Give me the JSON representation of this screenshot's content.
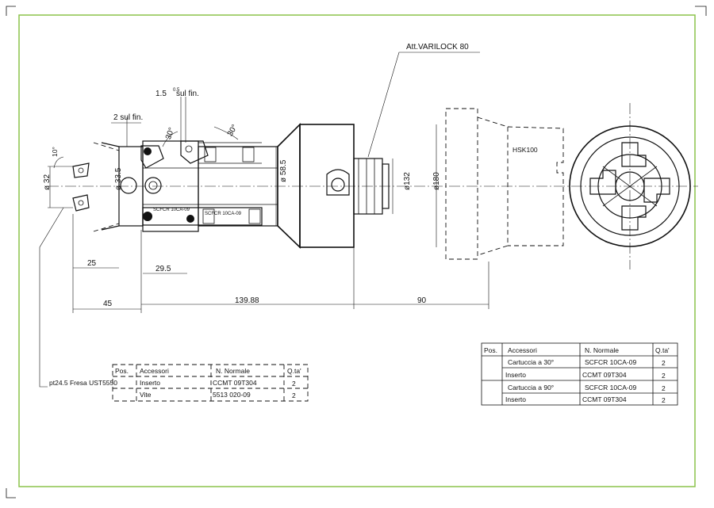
{
  "colors": {
    "frame": "#8bc34a",
    "ink": "#111111",
    "paper": "#ffffff"
  },
  "labels": {
    "attachment": "Att.VARILOCK 80",
    "hsk": "HSK100",
    "insert_note": "pt24.5 Fresa UST5550",
    "cartridge_a": "SCFCR 10CA-09",
    "cartridge_b": "SCFCR 10CA-09"
  },
  "dimensions": {
    "d_15": "1.5",
    "d_05": "0.5",
    "d_sulfin_top": "sul fin.",
    "d_2_sulfin": "2 sul fin.",
    "a30_left": "30°",
    "a30_right": "30°",
    "a10": "10°",
    "phi32": "ø 32",
    "phi335": "ø 33.5",
    "phi585": "ø 58.5",
    "phi132": "ø132",
    "phi180": "ø180",
    "d25": "25",
    "d295": "29.5",
    "d45": "45",
    "d13988": "139.88",
    "d90": "90"
  },
  "table_left": {
    "headers": [
      "Pos.",
      "Accessori",
      "N. Normale",
      "Q.ta'"
    ],
    "rows": [
      [
        "",
        "Inserto",
        "CCMT 09T304",
        "2"
      ],
      [
        "",
        "Vite",
        "5513 020-09",
        "2"
      ]
    ]
  },
  "table_right": {
    "headers": [
      "Pos.",
      "Accessori",
      "N. Normale",
      "Q.ta'"
    ],
    "rows": [
      [
        "",
        "Cartuccia a 30°",
        "SCFCR 10CA-09",
        "2"
      ],
      [
        "",
        "Inserto",
        "CCMT 09T304",
        "2"
      ],
      [
        "",
        "Cartuccia a 90°",
        "SCFCR 10CA-09",
        "2"
      ],
      [
        "",
        "Inserto",
        "CCMT 09T304",
        "2"
      ]
    ]
  }
}
